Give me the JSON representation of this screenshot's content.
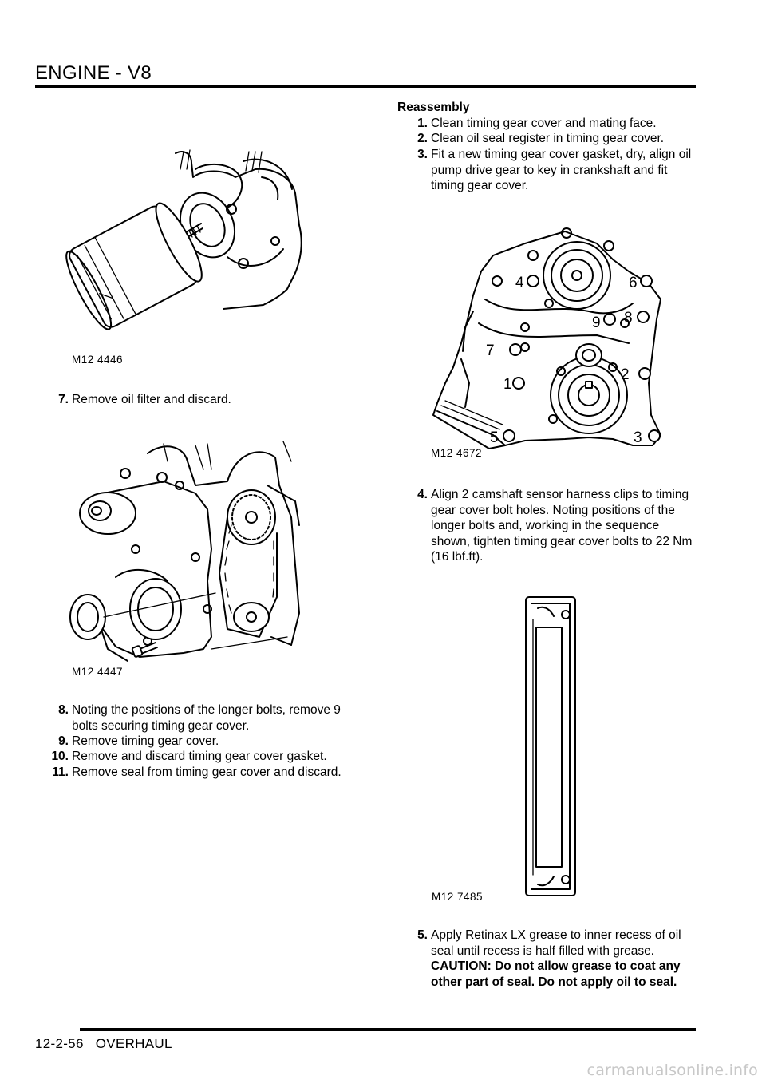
{
  "header": {
    "title": "ENGINE - V8"
  },
  "footer": {
    "page_ref": "12-2-56",
    "section": "OVERHAUL"
  },
  "watermark": "carmanualsonline.info",
  "figures": {
    "oil_filter": "M12 4446",
    "timing_cover_removed": "M12 4447",
    "bolt_sequence": "M12 4672",
    "gasket": "M12 7485"
  },
  "bolt_callouts": [
    "1",
    "2",
    "3",
    "4",
    "5",
    "6",
    "7",
    "8",
    "9"
  ],
  "left_steps": [
    {
      "num": "7.",
      "text": "Remove oil filter and discard."
    },
    {
      "num": "8.",
      "text": "Noting the positions of the longer bolts, remove 9 bolts securing timing gear cover."
    },
    {
      "num": "9.",
      "text": "Remove timing gear cover."
    },
    {
      "num": "10.",
      "text": "Remove and discard timing gear cover gasket."
    },
    {
      "num": "11.",
      "text": "Remove seal from timing gear cover and discard."
    }
  ],
  "reassembly": {
    "heading": "Reassembly",
    "steps": [
      {
        "num": "1.",
        "text": "Clean timing gear cover and mating face."
      },
      {
        "num": "2.",
        "text": "Clean oil seal register in timing gear cover."
      },
      {
        "num": "3.",
        "text": "Fit a new timing gear cover gasket, dry, align oil pump drive gear to key in crankshaft and fit timing gear cover."
      },
      {
        "num": "4.",
        "text": "Align 2 camshaft sensor harness clips to  timing gear cover bolt holes. Noting positions of the longer bolts and, working in the sequence shown, tighten timing gear cover  bolts  to 22 Nm  (16 lbf.ft)."
      },
      {
        "num": "5.",
        "text": "Apply Retinax LX grease to inner recess of oil seal until recess is half filled with grease.",
        "caution": "CAUTION: Do not allow grease to coat any other part of seal. Do not apply oil to seal."
      }
    ]
  }
}
